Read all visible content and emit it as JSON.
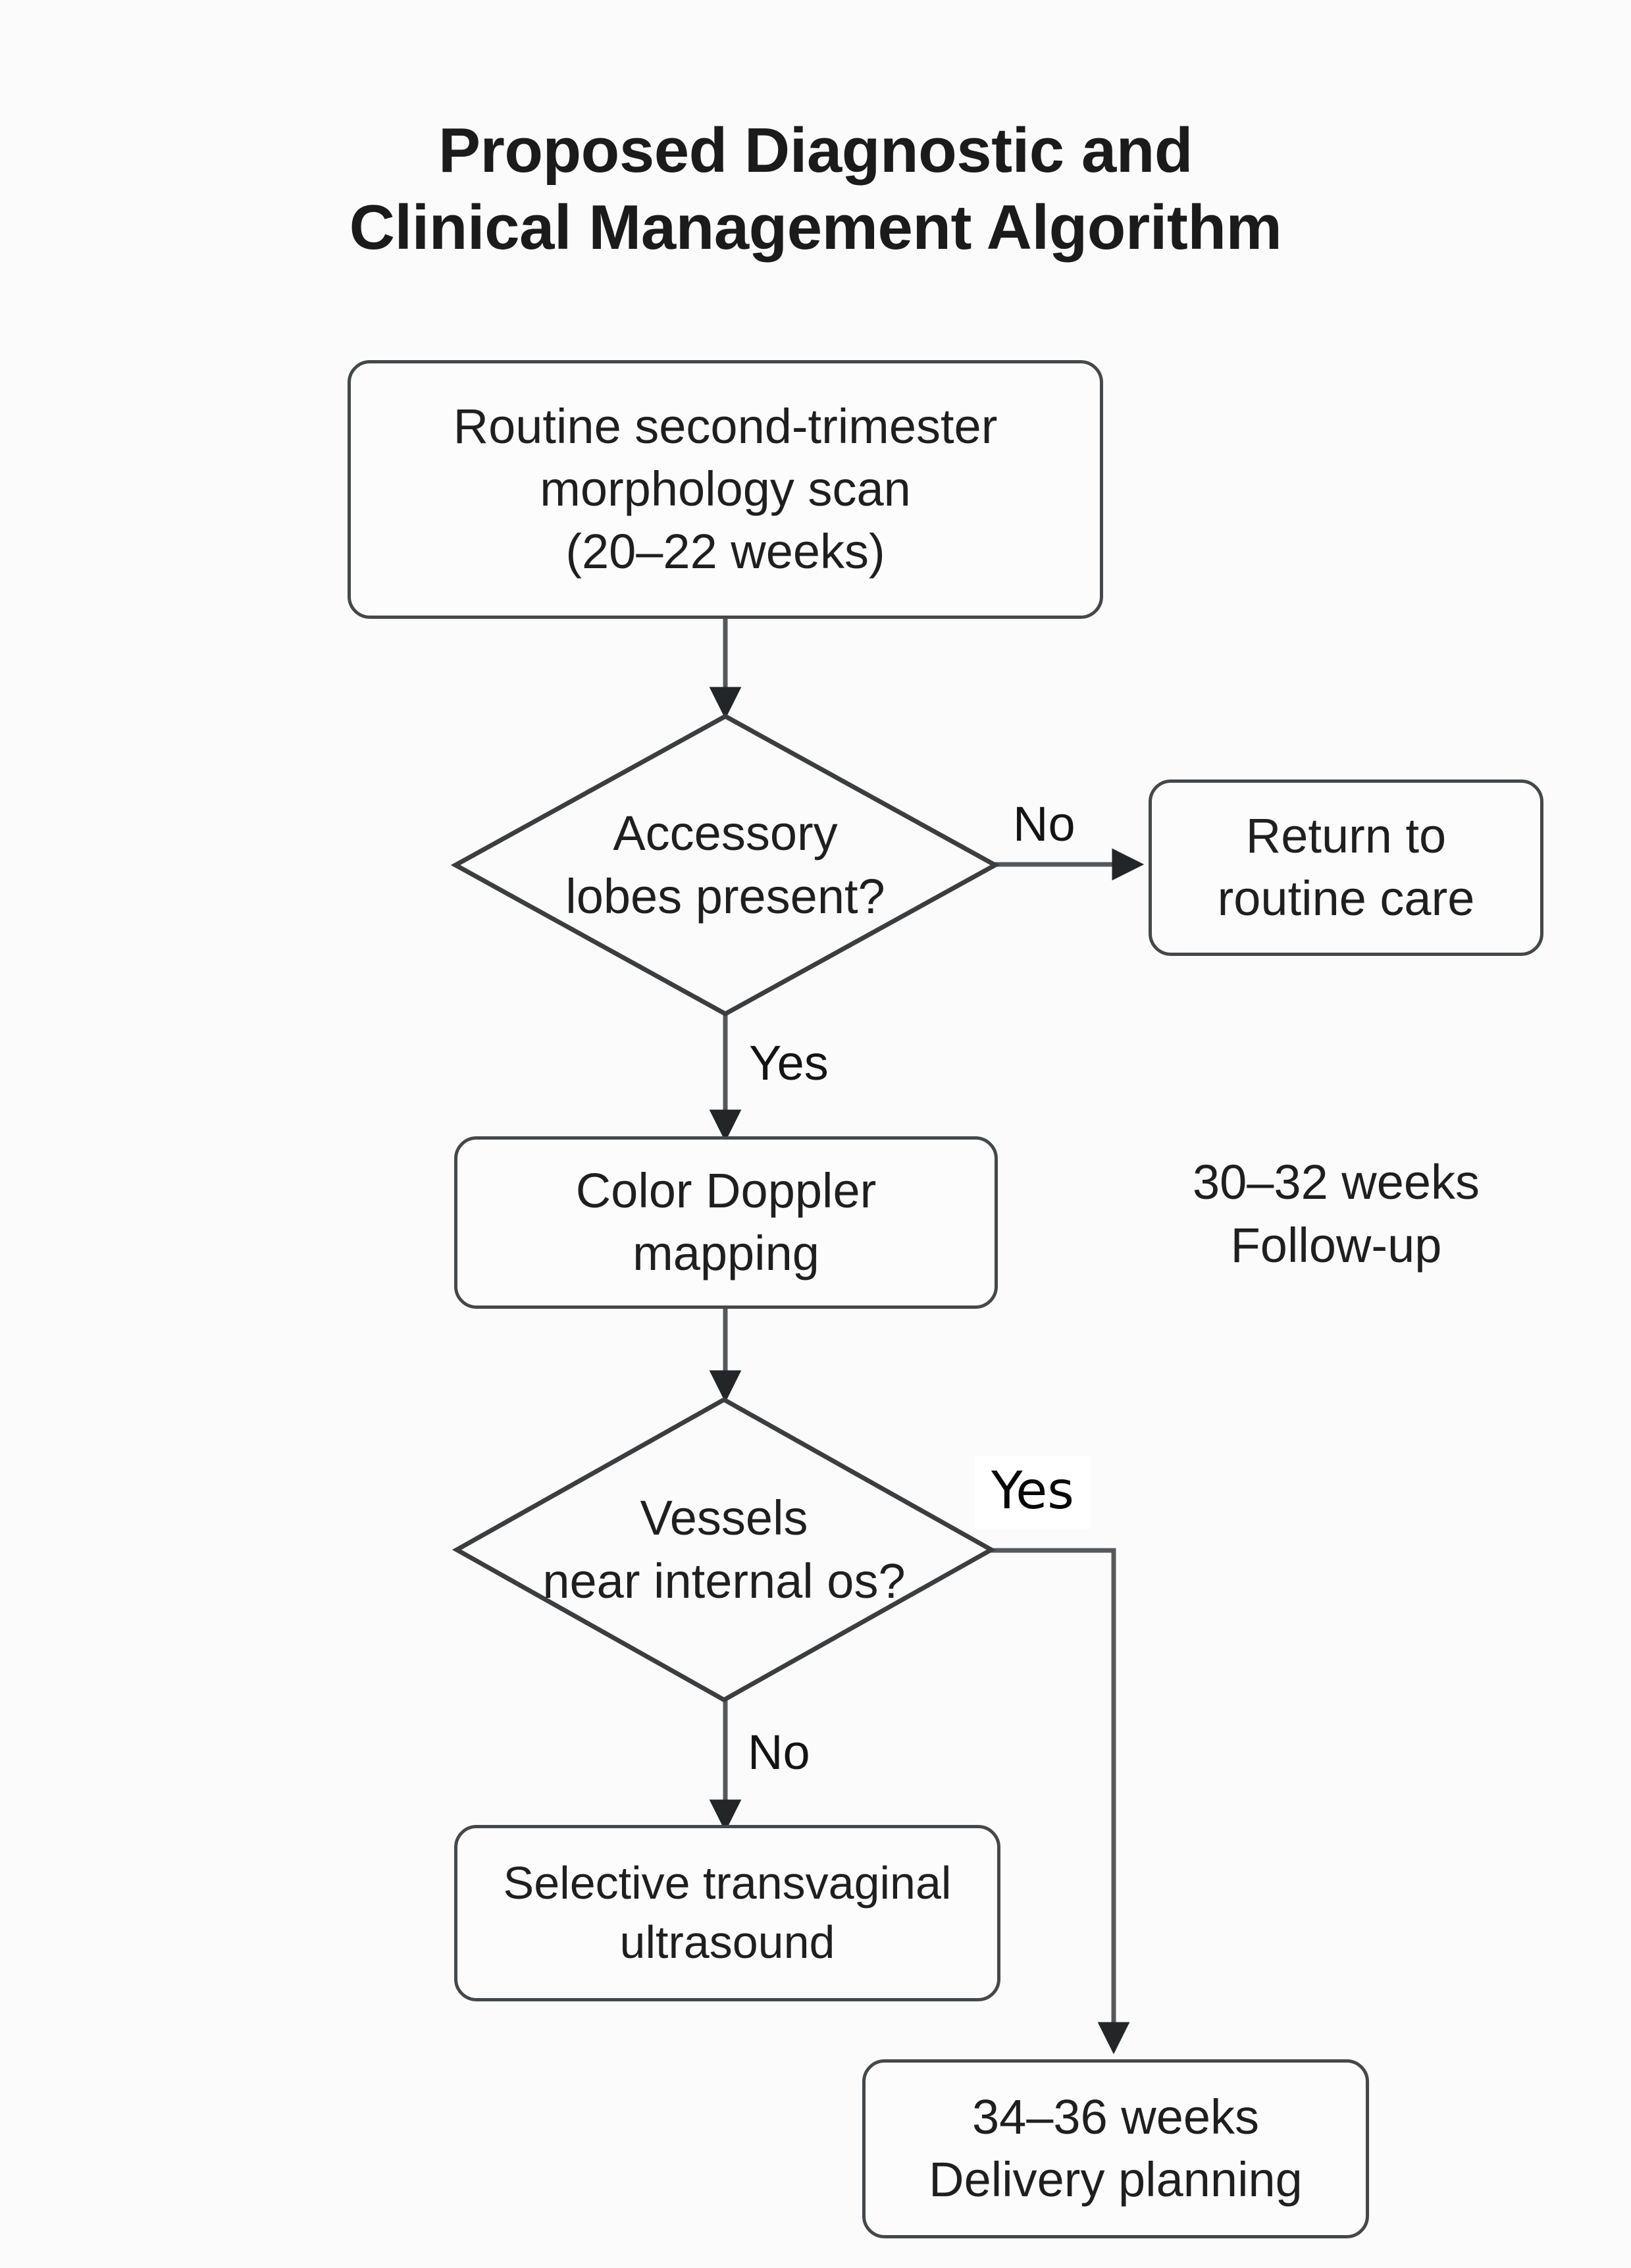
{
  "title": {
    "line1": "Proposed Diagnostic and",
    "line2": "Clinical Management Algorithm"
  },
  "nodes": {
    "morphology_scan": {
      "line1": "Routine second-trimester",
      "line2": "morphology scan",
      "line3": "(20–22 weeks)"
    },
    "accessory_lobes": {
      "line1": "Accessory",
      "line2": "lobes present?"
    },
    "routine_care": {
      "line1": "Return to",
      "line2": "routine care"
    },
    "color_doppler": {
      "line1": "Color Doppler",
      "line2": "mapping"
    },
    "vessels_internal_os": {
      "line1": "Vessels",
      "line2": "near internal os?"
    },
    "transvaginal_us": {
      "line1": "Selective transvaginal",
      "line2": "ultrasound"
    },
    "delivery_planning": {
      "line1": "34–36 weeks",
      "line2": "Delivery planning"
    }
  },
  "annotations": {
    "followup": {
      "line1": "30–32 weeks",
      "line2": "Follow-up"
    }
  },
  "edges": {
    "lobes_no": "No",
    "lobes_yes": "Yes",
    "vessels_yes": "Yes",
    "vessels_no": "No"
  },
  "colors": {
    "background": "#fbfbfb",
    "node_fill": "#fcfcfc",
    "node_stroke": "#44484b",
    "diamond_stroke": "#3a3e41",
    "connector_stroke": "#55585b",
    "text": "#1f1f1f",
    "title_text": "#1b1b1b"
  }
}
